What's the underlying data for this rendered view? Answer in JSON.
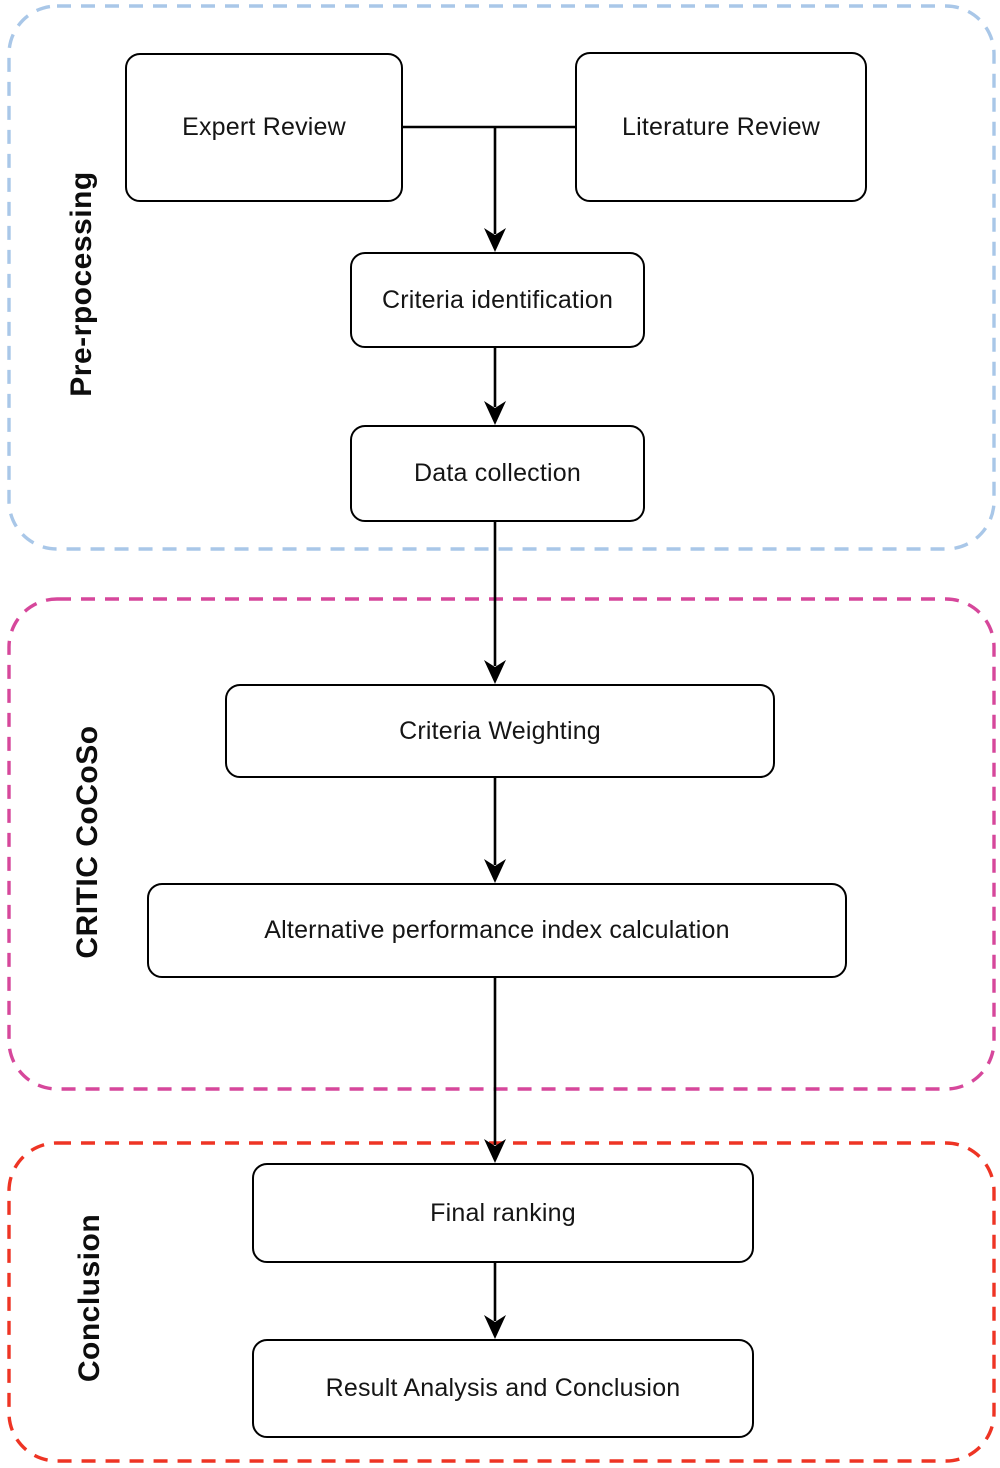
{
  "figure": {
    "type": "flowchart",
    "background": "#ffffff",
    "line_color": "#000000"
  },
  "sections": [
    {
      "id": "preprocessing",
      "label": "Pre-rpocessing",
      "border_color": "#a9c7e8",
      "border_style": "dashed"
    },
    {
      "id": "critic-cocoso",
      "label": "CRITIC CoCoSo",
      "border_color": "#d6479b",
      "border_style": "dashed"
    },
    {
      "id": "conclusion",
      "label": "Conclusion",
      "border_color": "#ee3424",
      "border_style": "dashed"
    }
  ],
  "nodes": [
    {
      "id": "expert-review",
      "label": "Expert Review",
      "section": "preprocessing"
    },
    {
      "id": "literature-review",
      "label": "Literature Review",
      "section": "preprocessing"
    },
    {
      "id": "criteria-identification",
      "label": "Criteria identification",
      "section": "preprocessing"
    },
    {
      "id": "data-collection",
      "label": "Data collection",
      "section": "preprocessing"
    },
    {
      "id": "criteria-weighting",
      "label": "Criteria Weighting",
      "section": "critic-cocoso"
    },
    {
      "id": "alternative-performance",
      "label": "Alternative performance index calculation",
      "section": "critic-cocoso"
    },
    {
      "id": "final-ranking",
      "label": "Final ranking",
      "section": "conclusion"
    },
    {
      "id": "result-analysis",
      "label": "Result Analysis and Conclusion",
      "section": "conclusion"
    }
  ],
  "edges": [
    {
      "from": "expert-review",
      "to": "criteria-identification",
      "arrow": true
    },
    {
      "from": "literature-review",
      "to": "criteria-identification",
      "arrow": true
    },
    {
      "from": "criteria-identification",
      "to": "data-collection",
      "arrow": true
    },
    {
      "from": "data-collection",
      "to": "criteria-weighting",
      "arrow": true
    },
    {
      "from": "criteria-weighting",
      "to": "alternative-performance",
      "arrow": true
    },
    {
      "from": "alternative-performance",
      "to": "final-ranking",
      "arrow": true
    },
    {
      "from": "final-ranking",
      "to": "result-analysis",
      "arrow": true
    }
  ]
}
